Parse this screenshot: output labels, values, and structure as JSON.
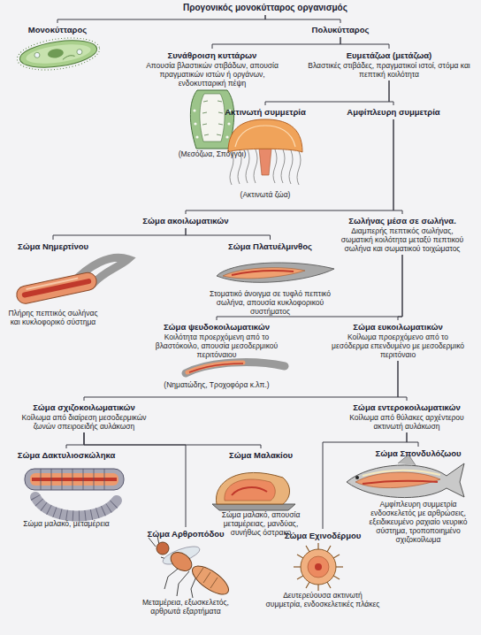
{
  "diagram": {
    "nodes": [
      {
        "text": [
          "Προγονικός μονοκύτταρος οργανισμός"
        ]
      },
      {
        "text": [
          "Μονοκύτταρος"
        ]
      },
      {
        "text": [
          "Πολυκύτταρος"
        ]
      },
      {
        "text": [
          "Συνάθροιση κυττάρων",
          "Απουσία βλαστικών στιβάδων, απουσία πραγματικών ιστών ή οργάνων, ενδοκυτταρική πέψη",
          "(Μεσόζωα, Σπόγγοι)"
        ]
      },
      {
        "text": [
          "Ευμετάζωα (μετάζωα)",
          "Βλαστικές στιβάδες, πραγματικοί ιστοί, στόμα και πεπτική κοιλότητα"
        ]
      },
      {
        "text": [
          "Ακτινωτή συμμετρία",
          "(Ακτινωτά ζώα)"
        ]
      },
      {
        "text": [
          "Αμφίπλευρη συμμετρία"
        ]
      },
      {
        "text": [
          "Σώμα ακοιλωματικών"
        ]
      },
      {
        "text": [
          "Σωλήνας μέσα σε σωλήνα.",
          "Διαμπερής πεπτικός σωλήνας, σωματική κοιλότητα μεταξύ πεπτικού σωλήνα και σωματικού τοιχώματος"
        ]
      },
      {
        "text": [
          "Σώμα Νημερτίνου",
          "Πλήρης πεπτικός σωλήνας και κυκλοφορικό σύστημα"
        ]
      },
      {
        "text": [
          "Σώμα Πλατυέλμινθος",
          "Στοματικό άνοιγμα σε τυφλό πεπτικό σωλήνα, απουσία κυκλοφορικού συστήματος"
        ]
      },
      {
        "text": [
          "Σώμα ψευδοκοιλωματικών",
          "Κοιλότητα προερχόμενη από το βλαστόκοιλο, απουσία μεσοδερμικού περιτόναιου",
          "(Νηματώδης, Τροχοφόρα κ.λπ.)"
        ]
      },
      {
        "text": [
          "Σώμα ευκοιλωματικών",
          "Κοίλωμα προερχόμενο από το μεσόδερμα επενδυμένο με μεσοδερμικό περιτόναιο"
        ]
      },
      {
        "text": [
          "Σώμα σχιζοκοιλωματικών",
          "Κοίλωμα από διαίρεση μεσοδερμικών ζωνών σπειροειδής αυλάκωση"
        ]
      },
      {
        "text": [
          "Σώμα εντεροκοιλωματικών",
          "Κοίλωμα από θύλακες αρχέντερου ακτινωτή αυλάκωση"
        ]
      },
      {
        "text": [
          "Σώμα Δακτυλιοσκώληκα",
          "Σώμα μαλακό, μεταμέρεια"
        ]
      },
      {
        "text": [
          "Σώμα Μαλακίου",
          "Σώμα μαλακό, απουσία μεταμέρειας, μανδύας, συνήθως όστρακο"
        ]
      },
      {
        "text": [
          "Σώμα Αρθροπόδου",
          "Μεταμέρεια, εξωσκελετός, αρθρωτά εξαρτήματα"
        ]
      },
      {
        "text": [
          "Σώμα Σπονδυλόζωου",
          "Αμφίπλευρη συμμετρία ενδοσκελετός με αρθρώσεις, εξειδικευμένο ραχιαίο νευρικό σύστημα, τροποποιημένο σχιζοκοίλωμα"
        ]
      },
      {
        "text": [
          "Σώμα Εχινοδέρμου",
          "Δευτερεύουσα ακτινωτή συμμετρία, ενδοσκελετικές πλάκες"
        ]
      }
    ],
    "edges": [
      {
        "from": 0,
        "to": 1,
        "arrow": "none"
      },
      {
        "from": 0,
        "to": 2,
        "arrow": "none"
      },
      {
        "from": 2,
        "to": 3,
        "arrow": "none"
      },
      {
        "from": 2,
        "to": 4,
        "arrow": "none"
      },
      {
        "from": 4,
        "to": 5,
        "arrow": "none"
      },
      {
        "from": 4,
        "to": 6,
        "arrow": "none"
      },
      {
        "from": 6,
        "to": 7,
        "arrow": "none"
      },
      {
        "from": 6,
        "to": 8,
        "arrow": "none"
      },
      {
        "from": 7,
        "to": 9,
        "arrow": "none"
      },
      {
        "from": 7,
        "to": 10,
        "arrow": "none"
      },
      {
        "from": 8,
        "to": 11,
        "arrow": "none"
      },
      {
        "from": 8,
        "to": 12,
        "arrow": "none"
      },
      {
        "from": 12,
        "to": 13,
        "arrow": "none"
      },
      {
        "from": 12,
        "to": 14,
        "arrow": "none"
      },
      {
        "from": 13,
        "to": 15,
        "arrow": "none"
      },
      {
        "from": 13,
        "to": 16,
        "arrow": "none"
      },
      {
        "from": 13,
        "to": 17,
        "arrow": "none"
      },
      {
        "from": 14,
        "to": 18,
        "arrow": "none"
      },
      {
        "from": 14,
        "to": 19,
        "arrow": "none"
      }
    ]
  }
}
